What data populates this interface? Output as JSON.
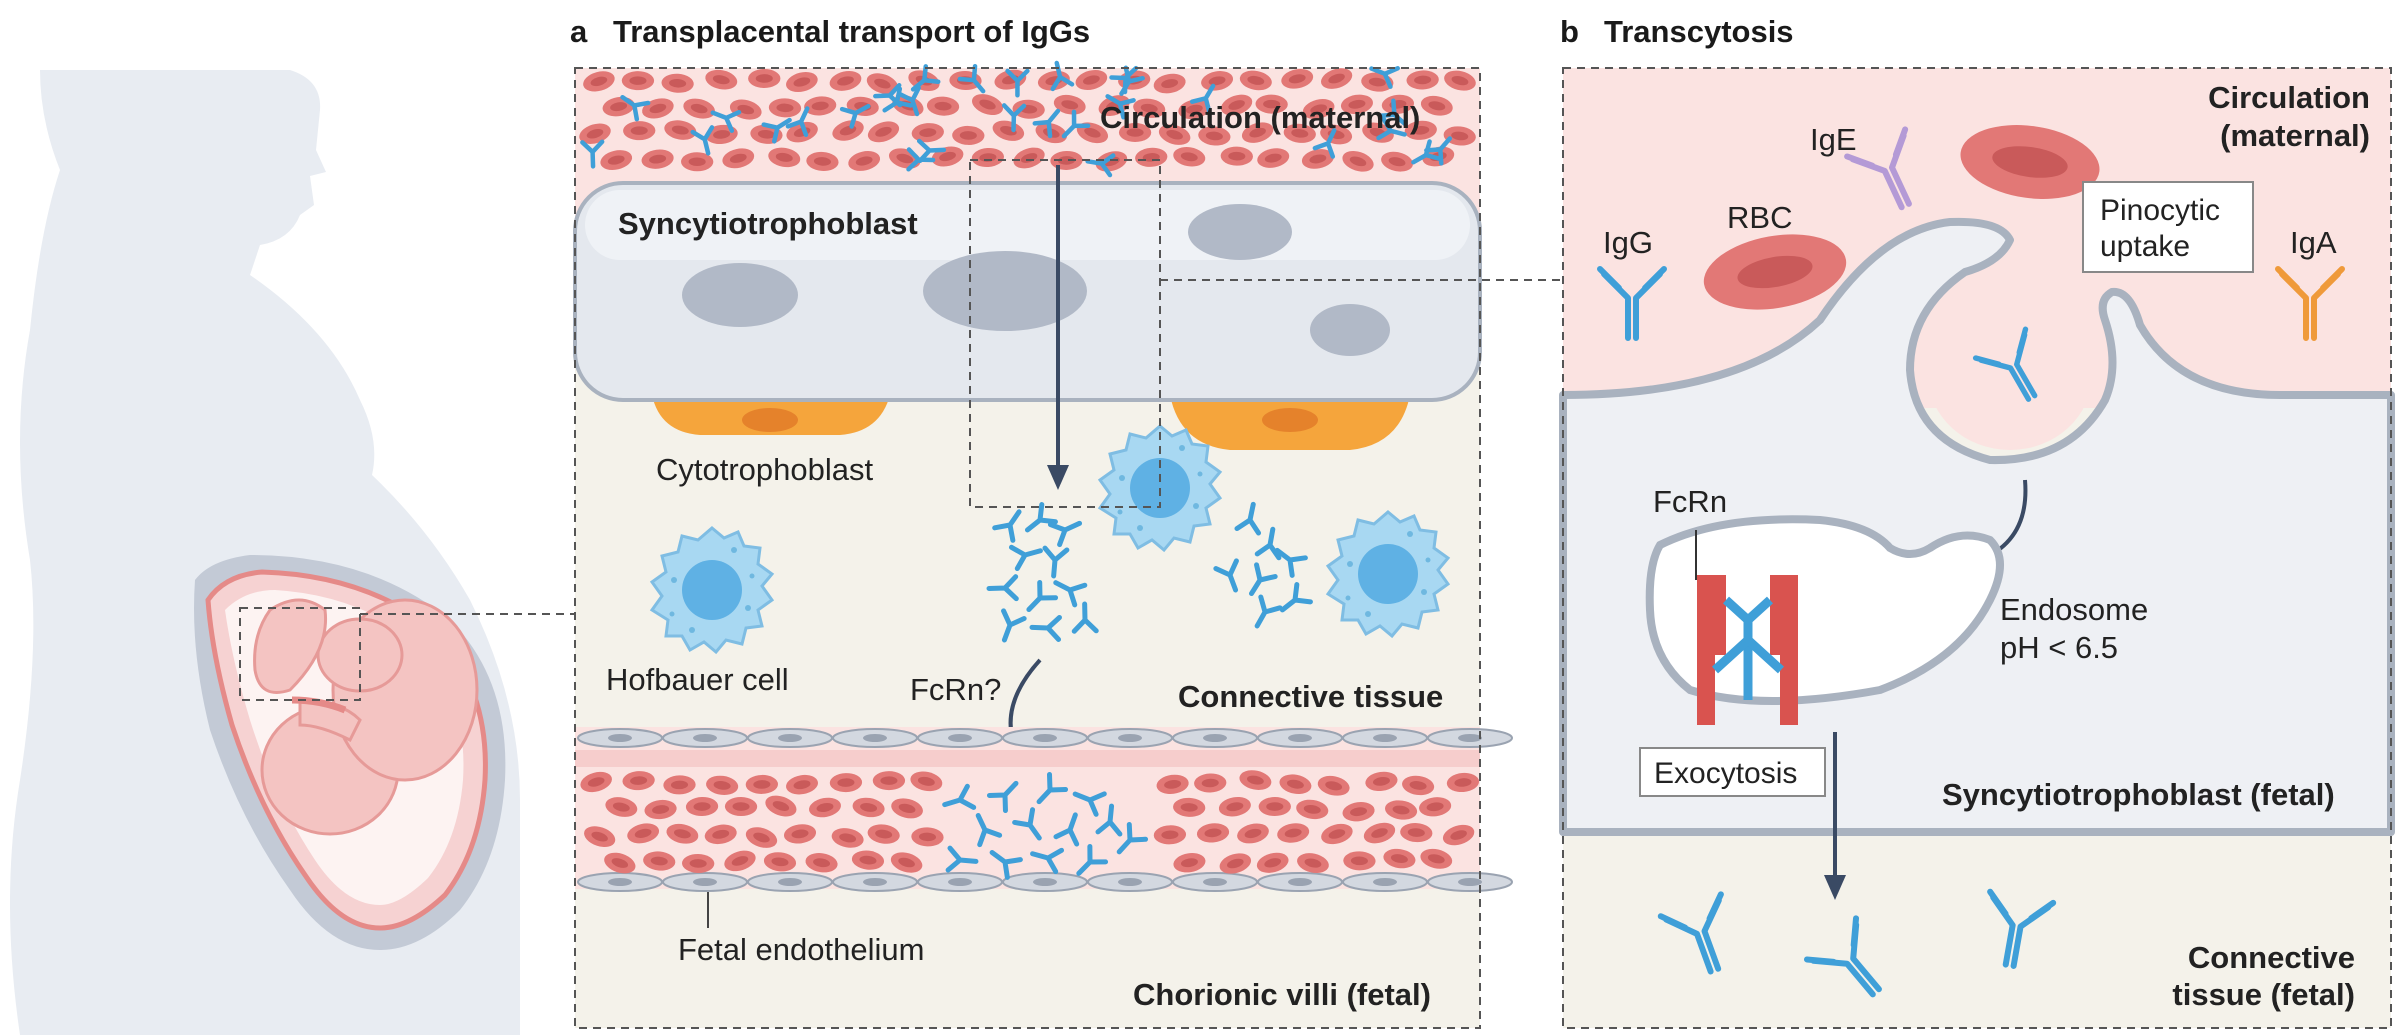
{
  "panel_a": {
    "letter": "a",
    "title": "Transplacental transport of IgGs",
    "circulation": "Circulation (maternal)",
    "syncytiotrophoblast": "Syncytiotrophoblast",
    "cytotrophoblast": "Cytotrophoblast",
    "hofbauer": "Hofbauer cell",
    "fcrn_q": "FcRn?",
    "connective": "Connective tissue",
    "endothelium": "Fetal endothelium",
    "chorionic": "Chorionic villi (fetal)"
  },
  "panel_b": {
    "letter": "b",
    "title": "Transcytosis",
    "circ_line1": "Circulation",
    "circ_line2": "(maternal)",
    "ige": "IgE",
    "rbc": "RBC",
    "igg": "IgG",
    "iga": "IgA",
    "pino_line1": "Pinocytic",
    "pino_line2": "uptake",
    "fcrn": "FcRn",
    "endo_line1": "Endosome",
    "endo_line2": "pH < 6.5",
    "exocytosis": "Exocytosis",
    "syncytio_fetal": "Syncytiotrophoblast (fetal)",
    "conn_line1": "Connective",
    "conn_line2": "tissue (fetal)"
  },
  "colors": {
    "maternal_pink": "#fbe3e1",
    "rbc_red": "#e07a78",
    "antibody_blue": "#3f9fd8",
    "cytotrophoblast_orange": "#f5a53c",
    "connective_beige": "#f4f2ea",
    "membrane_grey": "#b9c0cc",
    "ige_purple": "#b49ad6",
    "iga_orange": "#ef9a3a",
    "fcrn_red": "#d9534f"
  }
}
